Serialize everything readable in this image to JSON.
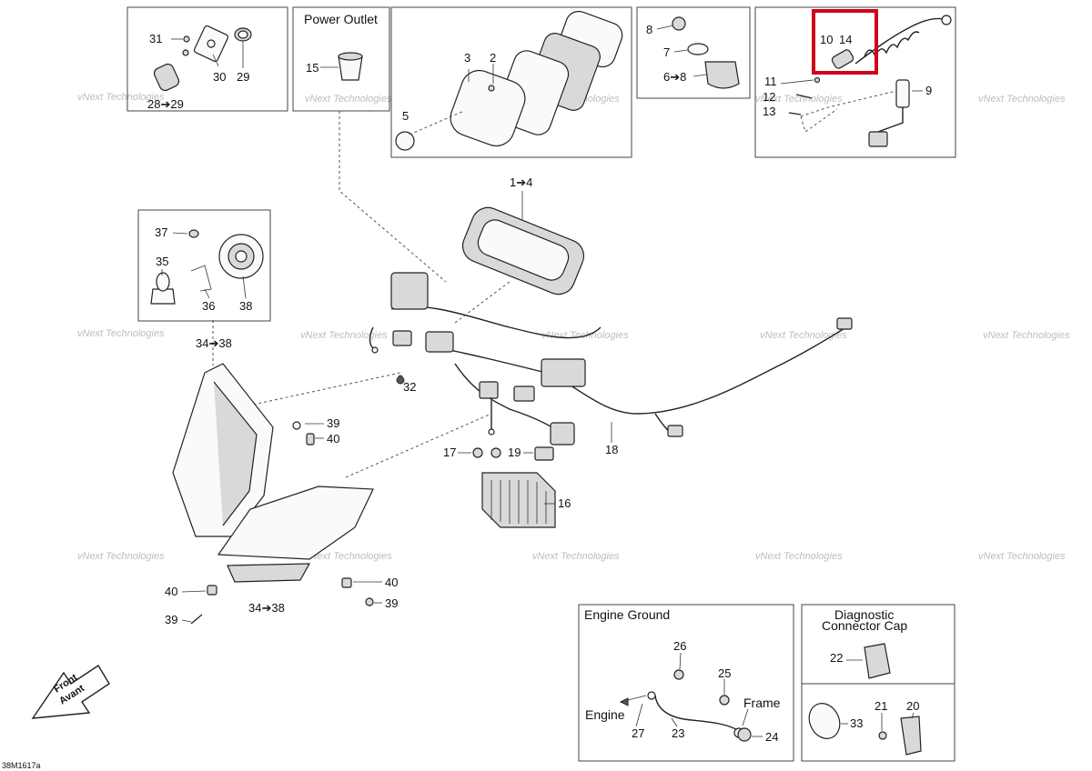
{
  "boxes": {
    "power_outlet": "Power Outlet",
    "engine_ground": "Engine Ground",
    "diagnostic_line1": "Diagnostic",
    "diagnostic_line2": "Connector Cap"
  },
  "callouts": {
    "c31": "31",
    "c30": "30",
    "c29": "29",
    "c28_29": "28➔29",
    "c15": "15",
    "c3": "3",
    "c2": "2",
    "c5": "5",
    "c8a": "8",
    "c7": "7",
    "c6_8": "6➔8",
    "c10": "10",
    "c14": "14",
    "c11": "11",
    "c12": "12",
    "c13": "13",
    "c9": "9",
    "c1_4": "1➔4",
    "c37": "37",
    "c35": "35",
    "c36": "36",
    "c38": "38",
    "c34_38a": "34➔38",
    "c34_38b": "34➔38",
    "c32": "32",
    "c39a": "39",
    "c40a": "40",
    "c40b": "40",
    "c40c": "40",
    "c39b": "39",
    "c39c": "39",
    "c17": "17",
    "c19": "19",
    "c18": "18",
    "c16": "16",
    "c26": "26",
    "c25": "25",
    "c27": "27",
    "c23": "23",
    "c24": "24",
    "c22": "22",
    "c21": "21",
    "c20": "20",
    "c33": "33"
  },
  "words": {
    "engine": "Engine",
    "frame": "Frame",
    "front": "Front",
    "avant": "Avant"
  },
  "watermark": {
    "line1": "vNext",
    "line2": "Technologies",
    "single": "vNext Technologies"
  },
  "diagram_code": "38M1617a",
  "highlight_color": "#d0021b"
}
